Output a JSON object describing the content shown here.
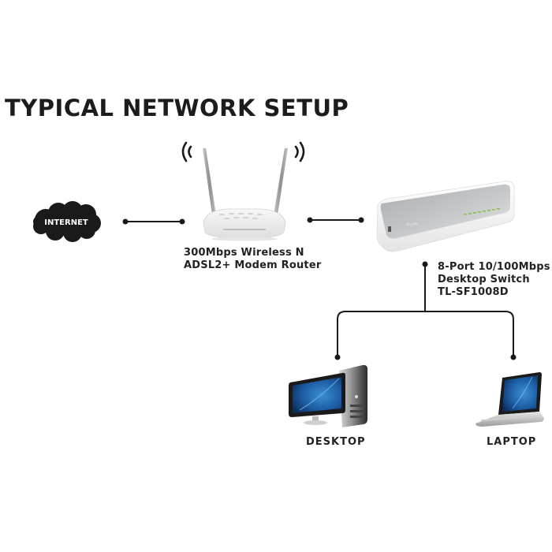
{
  "title": "TYPICAL NETWORK SETUP",
  "nodes": {
    "internet": {
      "label": "INTERNET",
      "icon": "cloud-icon"
    },
    "router": {
      "icon": "wireless-router-icon",
      "label_lines": [
        "300Mbps Wireless N",
        "ADSL2+ Modem Router"
      ]
    },
    "switch": {
      "icon": "network-switch-icon",
      "label_lines": [
        "8-Port 10/100Mbps",
        "Desktop Switch",
        "TL-SF1008D"
      ]
    },
    "desktop": {
      "icon": "desktop-computer-icon",
      "label": "DESKTOP"
    },
    "laptop": {
      "icon": "laptop-icon",
      "label": "LAPTOP"
    }
  },
  "connections": [
    {
      "from": "internet",
      "to": "router"
    },
    {
      "from": "router",
      "to": "switch"
    },
    {
      "from": "switch",
      "to": "desktop"
    },
    {
      "from": "switch",
      "to": "laptop"
    }
  ],
  "colors": {
    "line": "#1a1a1a",
    "cloud": "#1a1a1a",
    "device_white": "#f4f4f4",
    "switch_top": "#b9bcbf",
    "screen_blue": "#1f5fa8"
  }
}
